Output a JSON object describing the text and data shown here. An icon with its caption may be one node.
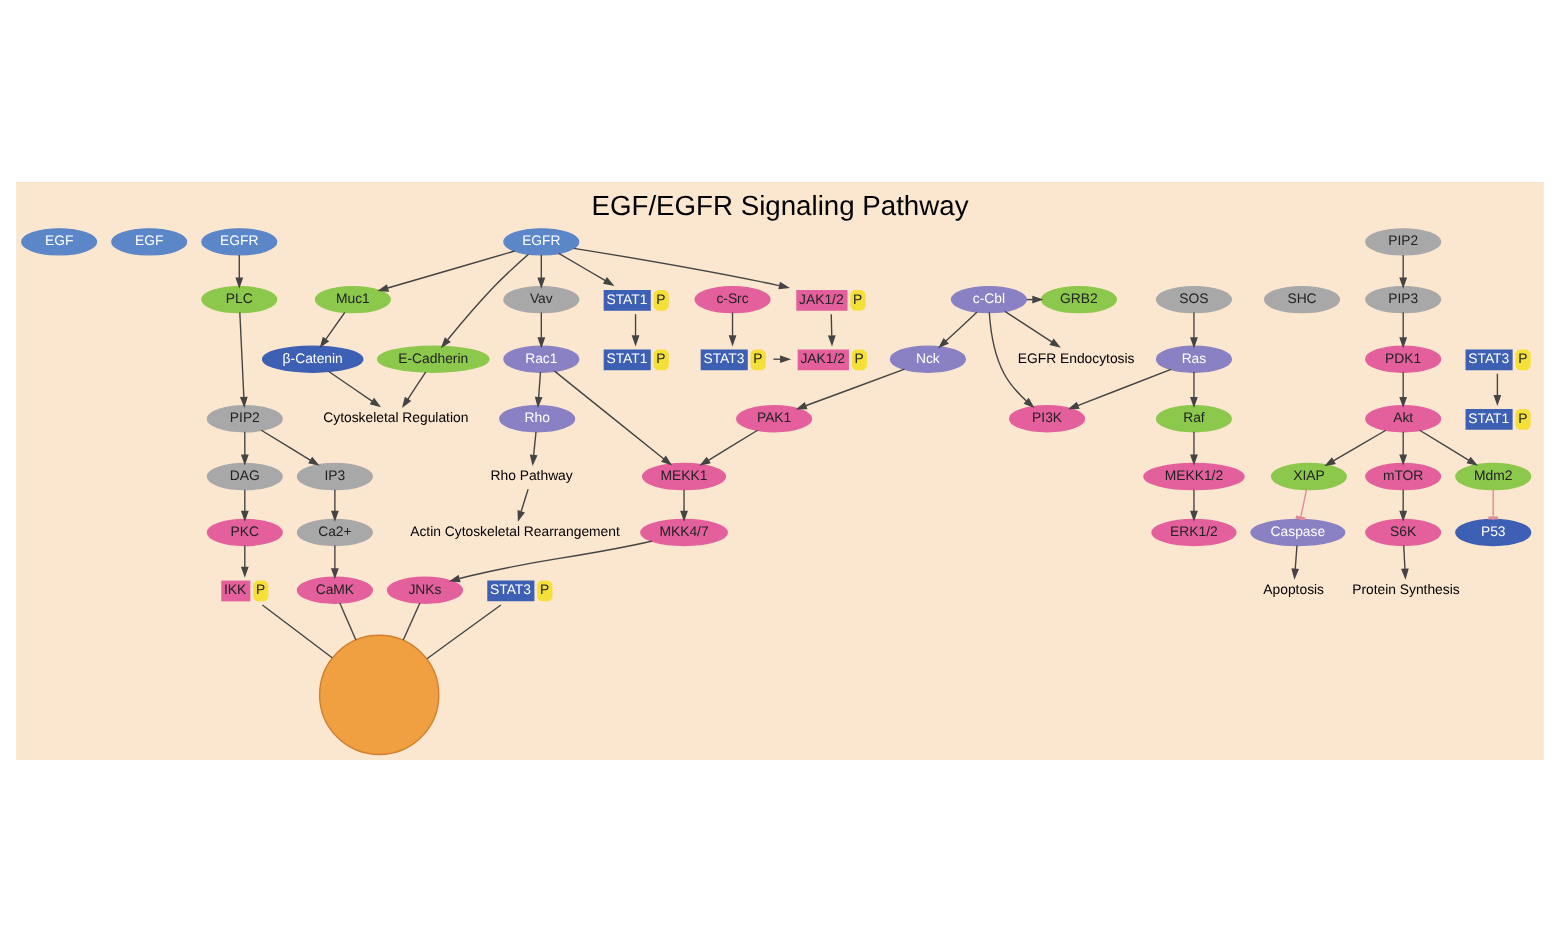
{
  "diagram": {
    "title": "EGF/EGFR Signaling Pathway",
    "nodes": [
      {
        "text": [
          "EGF"
        ]
      },
      {
        "text": [
          "EGF"
        ]
      },
      {
        "text": [
          "EGFR"
        ]
      },
      {
        "text": [
          "EGFR"
        ]
      },
      {
        "text": [
          "PLC"
        ]
      },
      {
        "text": [
          "SOS"
        ]
      },
      {
        "text": [
          "GRB2"
        ]
      },
      {
        "text": [
          "SHC"
        ]
      },
      {
        "text": [
          "c-Cbl"
        ]
      },
      {
        "text": [
          "Muc1"
        ]
      },
      {
        "text": [
          "β-Catenin"
        ]
      },
      {
        "text": [
          "E-Cadherin"
        ]
      },
      {
        "text": [
          "Cytoskeletal Regulation"
        ]
      },
      {
        "text": [
          "PIP2"
        ]
      },
      {
        "text": [
          "Ras"
        ]
      },
      {
        "text": [
          "PI3K"
        ]
      },
      {
        "text": [
          "EGFR Endocytosis"
        ]
      },
      {
        "text": [
          "Vav"
        ]
      },
      {
        "text": [
          "Nck"
        ]
      },
      {
        "text": [
          "Rac1"
        ]
      },
      {
        "text": [
          "c-Src"
        ]
      },
      {
        "text": [
          "STAT1",
          "P"
        ]
      },
      {
        "text": [
          "JAK1/2",
          "P"
        ]
      },
      {
        "text": [
          "PIP2"
        ]
      },
      {
        "text": [
          "PIP3"
        ]
      },
      {
        "text": [
          "IP3"
        ]
      },
      {
        "text": [
          "DAG"
        ]
      },
      {
        "text": [
          "Raf"
        ]
      },
      {
        "text": [
          "PAK1"
        ]
      },
      {
        "text": [
          "STAT3",
          "P"
        ]
      },
      {
        "text": [
          "JAK1/2",
          "P"
        ]
      },
      {
        "text": [
          "STAT1",
          "P"
        ]
      },
      {
        "text": [
          "STAT3",
          "P"
        ]
      },
      {
        "text": [
          "PDK1"
        ]
      },
      {
        "text": [
          "Ca2+"
        ]
      },
      {
        "text": [
          "PKC"
        ]
      },
      {
        "text": [
          "MEKK1/2"
        ]
      },
      {
        "text": [
          "Akt"
        ]
      },
      {
        "text": [
          "MEKK1"
        ]
      },
      {
        "text": [
          "Rho"
        ]
      },
      {
        "text": [
          "XIAP"
        ]
      },
      {
        "text": [
          "mTOR"
        ]
      },
      {
        "text": [
          "Mdm2"
        ]
      },
      {
        "text": [
          "MKK4/7"
        ]
      },
      {
        "text": [
          "CaMK"
        ]
      },
      {
        "text": [
          "IKK",
          "P"
        ]
      },
      {
        "text": [
          "ERK1/2"
        ]
      },
      {
        "text": [
          "Caspase"
        ]
      },
      {
        "text": [
          "S6K"
        ]
      },
      {
        "text": [
          "Rho Pathway"
        ]
      },
      {
        "text": [
          "Apoptosis"
        ]
      },
      {
        "text": [
          "Protein Synthesis"
        ]
      },
      {
        "text": [
          "P53"
        ]
      },
      {
        "text": [
          "JNKs"
        ]
      },
      {
        "text": [
          "Actin Cytoskeletal Rearrangement"
        ]
      },
      {
        "text": [
          "STAT1",
          "P"
        ]
      },
      {
        "text": [
          "STAT3",
          "P"
        ]
      },
      {
        "text": [],
        "shape": "circle"
      }
    ],
    "edges": [
      {
        "from": 2,
        "to": 4,
        "arrow": "to"
      },
      {
        "from": 8,
        "to": 6,
        "arrow": "to"
      },
      {
        "from": 5,
        "to": 14,
        "arrow": "to"
      },
      {
        "from": 8,
        "to": 15,
        "arrow": "to"
      },
      {
        "from": 8,
        "to": 16,
        "arrow": "to"
      },
      {
        "from": 3,
        "to": 9,
        "arrow": "to"
      },
      {
        "from": 3,
        "to": 11,
        "arrow": "to"
      },
      {
        "from": 9,
        "to": 10,
        "arrow": "to"
      },
      {
        "from": 10,
        "to": 12,
        "arrow": "to"
      },
      {
        "from": 11,
        "to": 12,
        "arrow": "to"
      },
      {
        "from": 3,
        "to": 17,
        "arrow": "to"
      },
      {
        "from": 3,
        "to": 22,
        "arrow": "to"
      },
      {
        "from": 3,
        "to": 21,
        "arrow": "to"
      },
      {
        "from": 8,
        "to": 18,
        "arrow": "to"
      },
      {
        "from": 17,
        "to": 19,
        "arrow": "to"
      },
      {
        "from": 4,
        "to": 13,
        "arrow": "to"
      },
      {
        "from": 13,
        "to": 25,
        "arrow": "to"
      },
      {
        "from": 13,
        "to": 26,
        "arrow": "to"
      },
      {
        "from": 14,
        "to": 15,
        "arrow": "to"
      },
      {
        "from": 14,
        "to": 27,
        "arrow": "to"
      },
      {
        "from": 23,
        "to": 24,
        "arrow": "to"
      },
      {
        "from": 24,
        "to": 33,
        "arrow": "to"
      },
      {
        "from": 18,
        "to": 28,
        "arrow": "to"
      },
      {
        "from": 28,
        "to": 38,
        "arrow": "to"
      },
      {
        "from": 19,
        "to": 38,
        "arrow": "to"
      },
      {
        "from": 19,
        "to": 39,
        "arrow": "to"
      },
      {
        "from": 20,
        "to": 29,
        "arrow": "to"
      },
      {
        "from": 22,
        "to": 30,
        "arrow": "to"
      },
      {
        "from": 29,
        "to": 30,
        "arrow": "to"
      },
      {
        "from": 21,
        "to": 31,
        "arrow": "to"
      },
      {
        "from": 25,
        "to": 34,
        "arrow": "to"
      },
      {
        "from": 26,
        "to": 35,
        "arrow": "to"
      },
      {
        "from": 27,
        "to": 36,
        "arrow": "to"
      },
      {
        "from": 33,
        "to": 37,
        "arrow": "to"
      },
      {
        "from": 34,
        "to": 44,
        "arrow": "to"
      },
      {
        "from": 35,
        "to": 45,
        "arrow": "to"
      },
      {
        "from": 36,
        "to": 46,
        "arrow": "to"
      },
      {
        "from": 37,
        "to": 40,
        "arrow": "to"
      },
      {
        "from": 37,
        "to": 41,
        "arrow": "to"
      },
      {
        "from": 37,
        "to": 42,
        "arrow": "to"
      },
      {
        "from": 40,
        "to": 47,
        "arrow": "other",
        "color": "#e08a9a"
      },
      {
        "from": 42,
        "to": 52,
        "arrow": "other",
        "color": "#e08a9a"
      },
      {
        "from": 41,
        "to": 48,
        "arrow": "to"
      },
      {
        "from": 47,
        "to": 50,
        "arrow": "to"
      },
      {
        "from": 48,
        "to": 51,
        "arrow": "to"
      },
      {
        "from": 38,
        "to": 43,
        "arrow": "to"
      },
      {
        "from": 43,
        "to": 53,
        "arrow": "to"
      },
      {
        "from": 39,
        "to": 49,
        "arrow": "to"
      },
      {
        "from": 49,
        "to": 54,
        "arrow": "to"
      },
      {
        "from": 32,
        "to": 55,
        "arrow": "to"
      },
      {
        "from": 44,
        "to": 57,
        "arrow": "none"
      },
      {
        "from": 45,
        "to": 57,
        "arrow": "none"
      },
      {
        "from": 53,
        "to": 57,
        "arrow": "none"
      },
      {
        "from": 56,
        "to": 57,
        "arrow": "none"
      }
    ]
  }
}
